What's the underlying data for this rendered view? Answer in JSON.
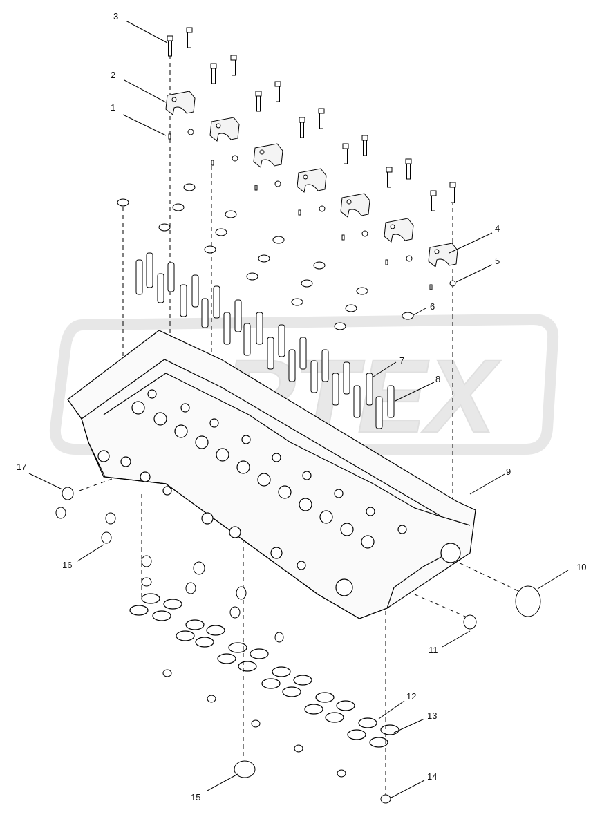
{
  "diagram": {
    "watermark_text": "ORTEX",
    "line_color": "#000000",
    "watermark_color": "#cfcfcf",
    "callouts": [
      {
        "label": "1"
      },
      {
        "label": "2"
      },
      {
        "label": "3"
      },
      {
        "label": "4"
      },
      {
        "label": "5"
      },
      {
        "label": "6"
      },
      {
        "label": "7"
      },
      {
        "label": "8"
      },
      {
        "label": "9"
      },
      {
        "label": "10"
      },
      {
        "label": "11"
      },
      {
        "label": "12"
      },
      {
        "label": "13"
      },
      {
        "label": "14"
      },
      {
        "label": "15"
      },
      {
        "label": "16"
      },
      {
        "label": "17"
      }
    ]
  }
}
